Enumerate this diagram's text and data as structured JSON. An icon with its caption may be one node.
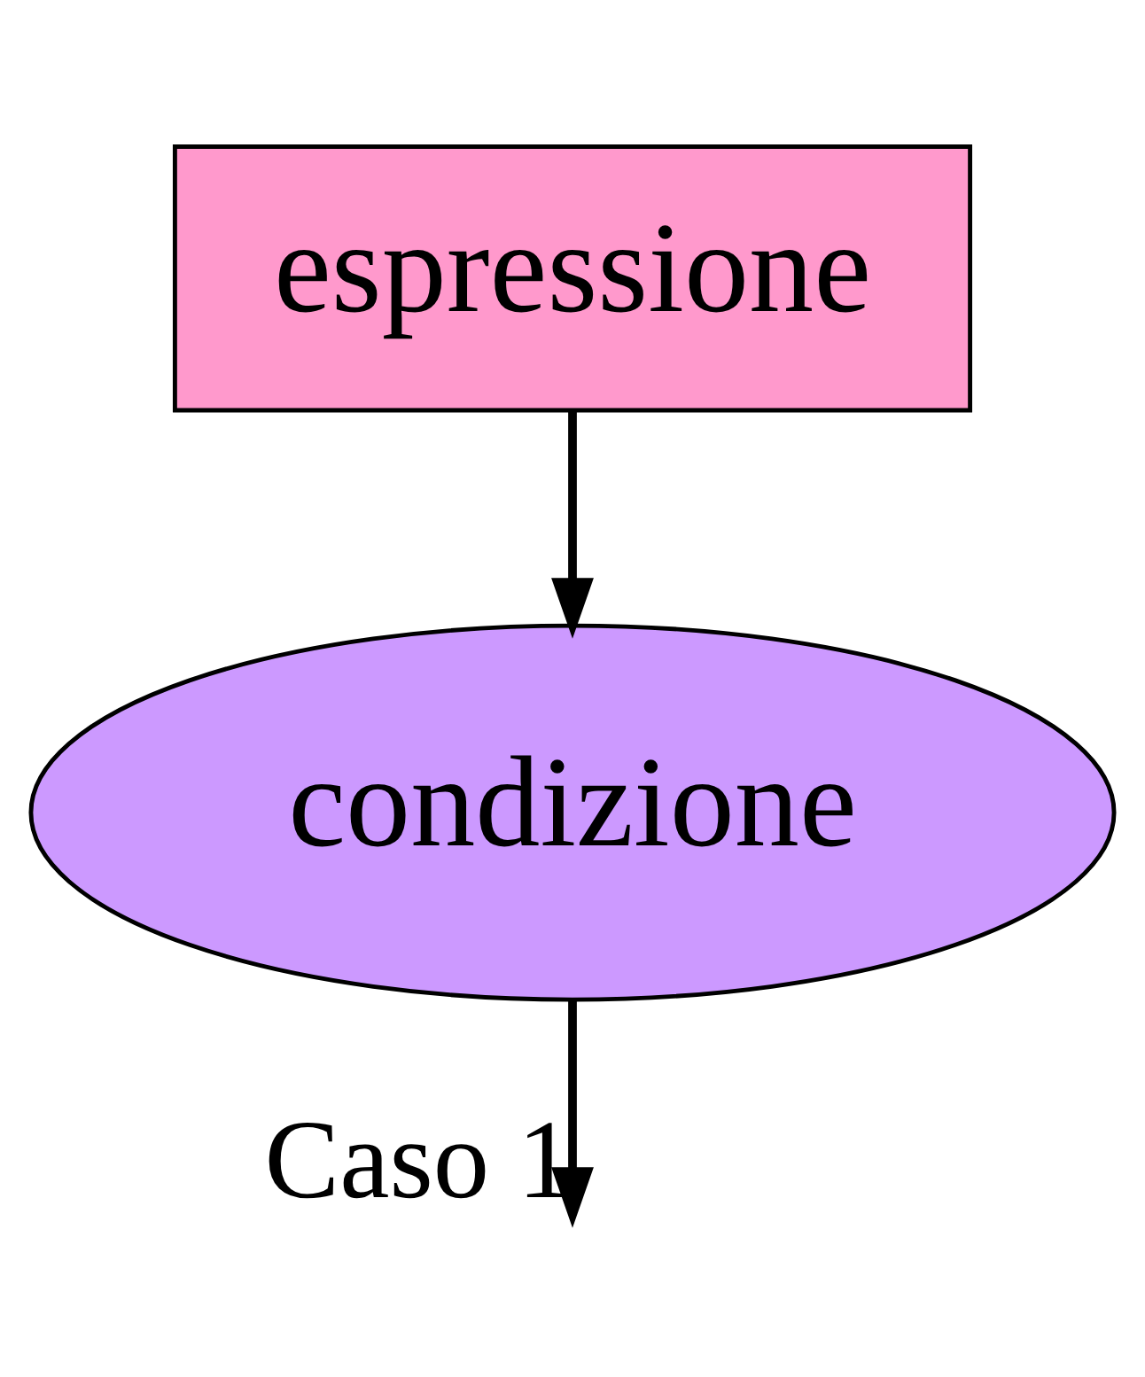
{
  "diagram": {
    "nodes": [
      {
        "text": [
          "espressione"
        ]
      },
      {
        "text": [
          "condizione"
        ]
      }
    ],
    "edges": [
      {
        "from": 0,
        "to": 1,
        "arrow": "to"
      },
      {
        "from": 1,
        "to": null,
        "arrow": "to",
        "label": "Caso 1"
      }
    ]
  }
}
